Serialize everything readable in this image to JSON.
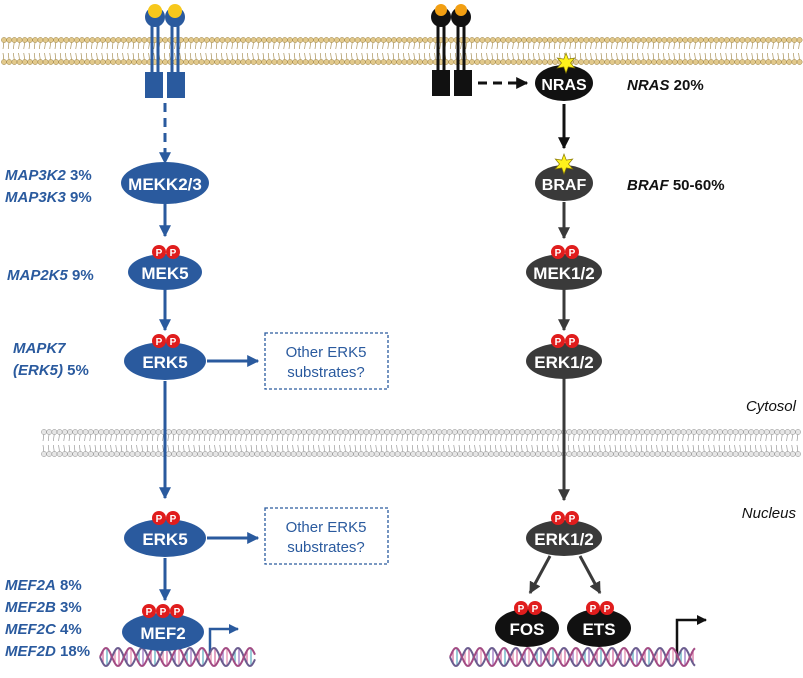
{
  "colors": {
    "blue": "#2a5a9e",
    "dark": "#3a3a3a",
    "black": "#111111",
    "membrane_gold": "#d2b679",
    "membrane_gray": "#cccccc",
    "phospho_red": "#e01d1d",
    "ligand_yellow": "#f7c81c",
    "star_yellow": "#fff21c"
  },
  "phospho_label": "P",
  "left_pathway": {
    "nodes": {
      "mekk": "MEKK2/3",
      "mek5": "MEK5",
      "erk5_cyto": "ERK5",
      "erk5_nuc": "ERK5",
      "mef2": "MEF2"
    },
    "substrate_box_cyto": [
      "Other ERK5",
      "substrates?"
    ],
    "substrate_box_nuc": [
      "Other ERK5",
      "substrates?"
    ]
  },
  "right_pathway": {
    "nodes": {
      "nras": "NRAS",
      "braf": "BRAF",
      "mek12": "MEK1/2",
      "erk12_cyto": "ERK1/2",
      "erk12_nuc": "ERK1/2",
      "fos": "FOS",
      "ets": "ETS"
    }
  },
  "mutation_labels": {
    "map3k2": {
      "gene": "MAP3K2",
      "freq": " 3%"
    },
    "map3k3": {
      "gene": "MAP3K3",
      "freq": " 9%"
    },
    "map2k5": {
      "gene": "MAP2K5",
      "freq": " 9%"
    },
    "mapk7": {
      "gene": "MAPK7",
      "freq": ""
    },
    "erk5": {
      "gene": "(ERK5)",
      "freq": " 5%"
    },
    "mef2a": {
      "gene": "MEF2A",
      "freq": " 8%"
    },
    "mef2b": {
      "gene": "MEF2B",
      "freq": " 3%"
    },
    "mef2c": {
      "gene": "MEF2C",
      "freq": " 4%"
    },
    "mef2d": {
      "gene": "MEF2D",
      "freq": " 18%"
    },
    "nras": {
      "gene": "NRAS",
      "freq": " 20%"
    },
    "braf": {
      "gene": "BRAF",
      "freq": " 50-60%"
    }
  },
  "compartments": {
    "cytosol": "Cytosol",
    "nucleus": "Nucleus"
  }
}
